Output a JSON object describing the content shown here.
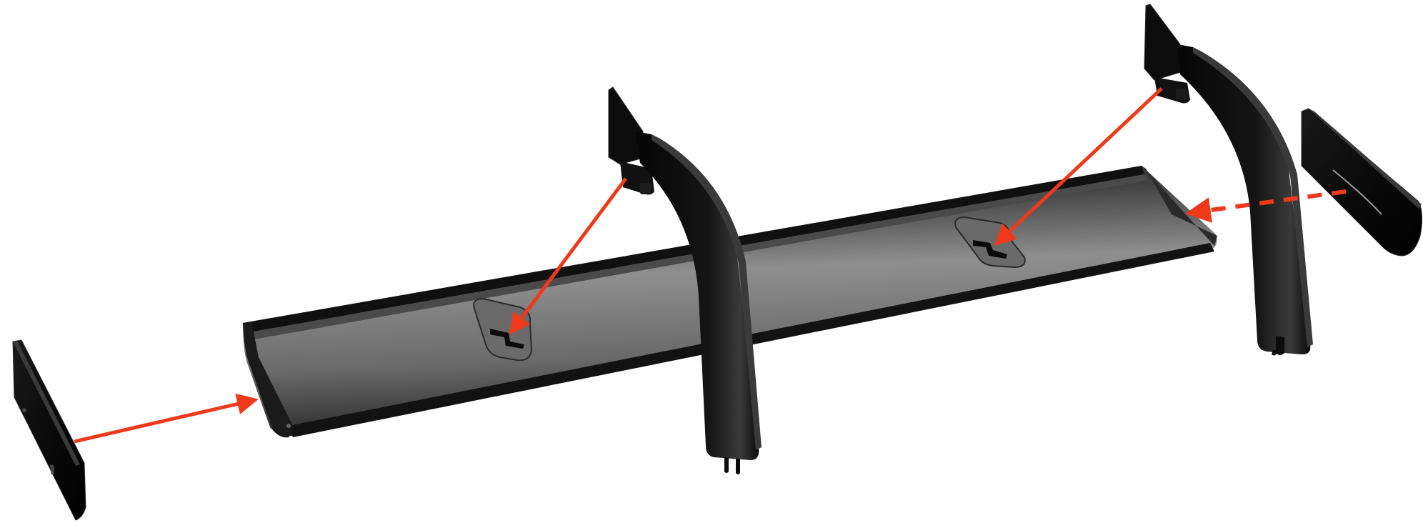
{
  "diagram": {
    "type": "exploded-assembly",
    "parts": [
      {
        "name": "left-endplate"
      },
      {
        "name": "wing-blade"
      },
      {
        "name": "left-upright"
      },
      {
        "name": "right-upright"
      },
      {
        "name": "right-endplate"
      }
    ],
    "arrows": [
      {
        "name": "arrow-left-endplate-to-blade",
        "style": "solid"
      },
      {
        "name": "arrow-left-upright-to-slot",
        "style": "solid"
      },
      {
        "name": "arrow-right-upright-to-slot",
        "style": "solid"
      },
      {
        "name": "arrow-right-endplate-to-blade",
        "style": "dashed"
      }
    ]
  },
  "colors": {
    "background": "#ffffff",
    "arrow": "#ee3a1a",
    "part_dark": "#0c0c0c",
    "part_edge": "#2a2a2a",
    "blade_light": "#8f8f8f",
    "blade_mid": "#555555",
    "blade_dark": "#1e1e1e"
  }
}
